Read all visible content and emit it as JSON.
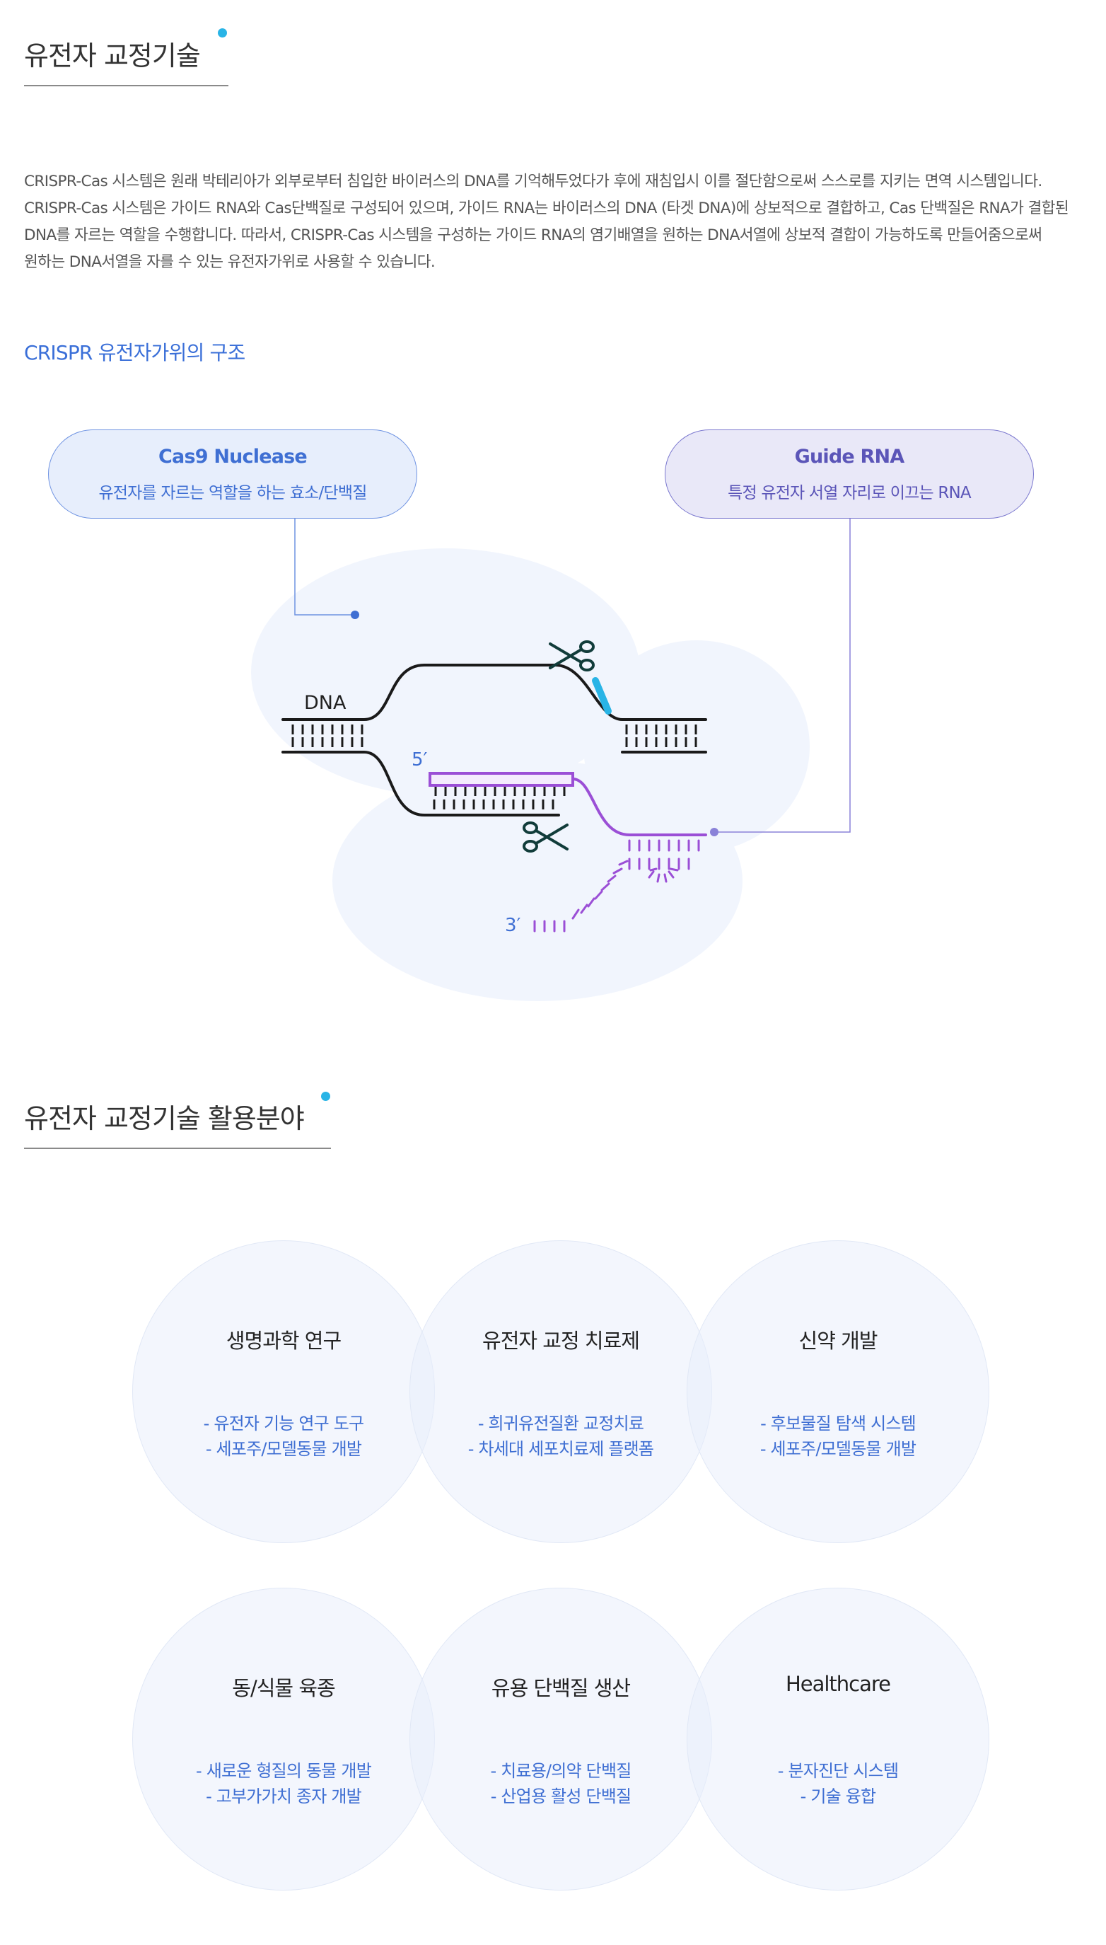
{
  "section1": {
    "title": "유전자 교정기술"
  },
  "intro": {
    "lines": [
      "CRISPR-Cas 시스템은 원래 박테리아가 외부로부터 침입한 바이러스의 DNA를 기억해두었다가 후에 재침입시 이를 절단함으로써 스스로를 지키는 면역 시스템입니다.",
      "CRISPR-Cas 시스템은 가이드 RNA와 Cas단백질로 구성되어 있으며, 가이드 RNA는 바이러스의 DNA (타겟 DNA)에 상보적으로 결합하고, Cas 단백질은 RNA가 결합된",
      "DNA를 자르는 역할을 수행합니다. 따라서, CRISPR-Cas 시스템을 구성하는 가이드 RNA의 염기배열을 원하는 DNA서열에 상보적 결합이 가능하도록 만들어줌으로써",
      "원하는 DNA서열을 자를 수 있는 유전자가위로 사용할 수 있습니다."
    ]
  },
  "structure": {
    "heading": "CRISPR 유전자가위의 구조",
    "cas9": {
      "title": "Cas9 Nuclease",
      "desc": "유전자를 자르는 역할을 하는 효소/단백질"
    },
    "guide": {
      "title": "Guide RNA",
      "desc": "특정 유전자 서열 자리로 이끄는 RNA"
    },
    "labels": {
      "dna": "DNA",
      "five_prime": "5′",
      "three_prime": "3′"
    },
    "colors": {
      "cas_accent": "#3f6fd3",
      "guide_accent": "#8a82d8",
      "rna": "#9b4fd6",
      "scissors": "#113c3a",
      "cut_marker": "#29b4e6"
    }
  },
  "section2": {
    "title": "유전자 교정기술 활용분야"
  },
  "fields": [
    {
      "title": "생명과학 연구",
      "items": [
        "- 유전자 기능 연구 도구",
        "- 세포주/모델동물 개발"
      ]
    },
    {
      "title": "유전자 교정 치료제",
      "items": [
        "- 희귀유전질환 교정치료",
        "- 차세대 세포치료제 플랫폼"
      ]
    },
    {
      "title": "신약 개발",
      "items": [
        "- 후보물질 탐색 시스템",
        "- 세포주/모델동물 개발"
      ]
    },
    {
      "title": "동/식물 육종",
      "items": [
        "- 새로운 형질의 동물 개발",
        "- 고부가가치 종자 개발"
      ]
    },
    {
      "title": "유용 단백질 생산",
      "items": [
        "- 치료용/의약 단백질",
        "- 산업용 활성 단백질"
      ]
    },
    {
      "title": "Healthcare",
      "items": [
        "- 분자진단 시스템",
        "- 기술 융합"
      ]
    }
  ]
}
